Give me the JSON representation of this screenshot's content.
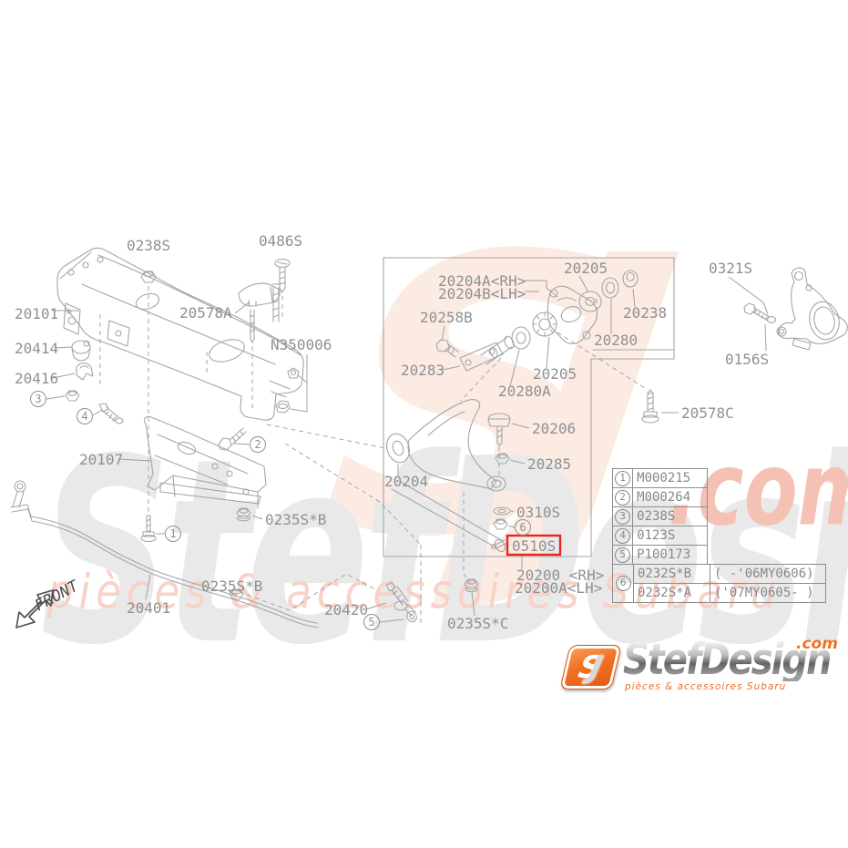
{
  "front_arrow_label": "FRONT",
  "labels": [
    {
      "id": "0238s",
      "text": "0238S"
    },
    {
      "id": "0486s",
      "text": "0486S"
    },
    {
      "id": "20101",
      "text": "20101"
    },
    {
      "id": "20578a",
      "text": "20578A"
    },
    {
      "id": "20414",
      "text": "20414"
    },
    {
      "id": "n350006",
      "text": "N350006"
    },
    {
      "id": "20416",
      "text": "20416"
    },
    {
      "id": "20107",
      "text": "20107"
    },
    {
      "id": "0235sb-1",
      "text": "0235S*B"
    },
    {
      "id": "20401",
      "text": "20401"
    },
    {
      "id": "0235sb-2",
      "text": "0235S*B"
    },
    {
      "id": "20420",
      "text": "20420"
    },
    {
      "id": "0235sc",
      "text": "0235S*C"
    },
    {
      "id": "20200-rh",
      "text": "20200 <RH>"
    },
    {
      "id": "20200a-lh",
      "text": "20200A<LH>"
    },
    {
      "id": "20204a-rh",
      "text": "20204A<RH>"
    },
    {
      "id": "20204b-lh",
      "text": "20204B<LH>"
    },
    {
      "id": "20205-top",
      "text": "20205"
    },
    {
      "id": "20238",
      "text": "20238"
    },
    {
      "id": "20258b",
      "text": "20258B"
    },
    {
      "id": "20280",
      "text": "20280"
    },
    {
      "id": "20283",
      "text": "20283"
    },
    {
      "id": "20205-mid",
      "text": "20205"
    },
    {
      "id": "20280a",
      "text": "20280A"
    },
    {
      "id": "20206",
      "text": "20206"
    },
    {
      "id": "20285",
      "text": "20285"
    },
    {
      "id": "20204",
      "text": "20204"
    },
    {
      "id": "0310s",
      "text": "0310S"
    },
    {
      "id": "0510s",
      "text": "0510S"
    },
    {
      "id": "20578c",
      "text": "20578C"
    },
    {
      "id": "0321s",
      "text": "0321S"
    },
    {
      "id": "0156s",
      "text": "0156S"
    }
  ],
  "markers": [
    "1",
    "2",
    "3",
    "4",
    "5",
    "6"
  ],
  "highlight": {
    "part": "0510S",
    "color": "#e8251f"
  },
  "table": {
    "rows": [
      {
        "num": "1",
        "part": "M000215"
      },
      {
        "num": "2",
        "part": "M000264"
      },
      {
        "num": "3",
        "part": "0238S"
      },
      {
        "num": "4",
        "part": "0123S"
      },
      {
        "num": "5",
        "part": "P100173"
      }
    ],
    "group": {
      "num": "6",
      "entries": [
        {
          "part": "0232S*B",
          "range": "( -'06MY0606)"
        },
        {
          "part": "0232S*A",
          "range": "('07MY0605- )"
        }
      ]
    }
  },
  "watermark": {
    "monogram": "SJ",
    "brand": "StefDesign",
    "com": ".com",
    "tagline": "pièces & accessoires Subaru"
  },
  "logo": {
    "monogram_s": "S",
    "monogram_j": "J",
    "brand": "StefDesign",
    "com": ".com",
    "tagline": "pièces & accessoires Subaru"
  }
}
